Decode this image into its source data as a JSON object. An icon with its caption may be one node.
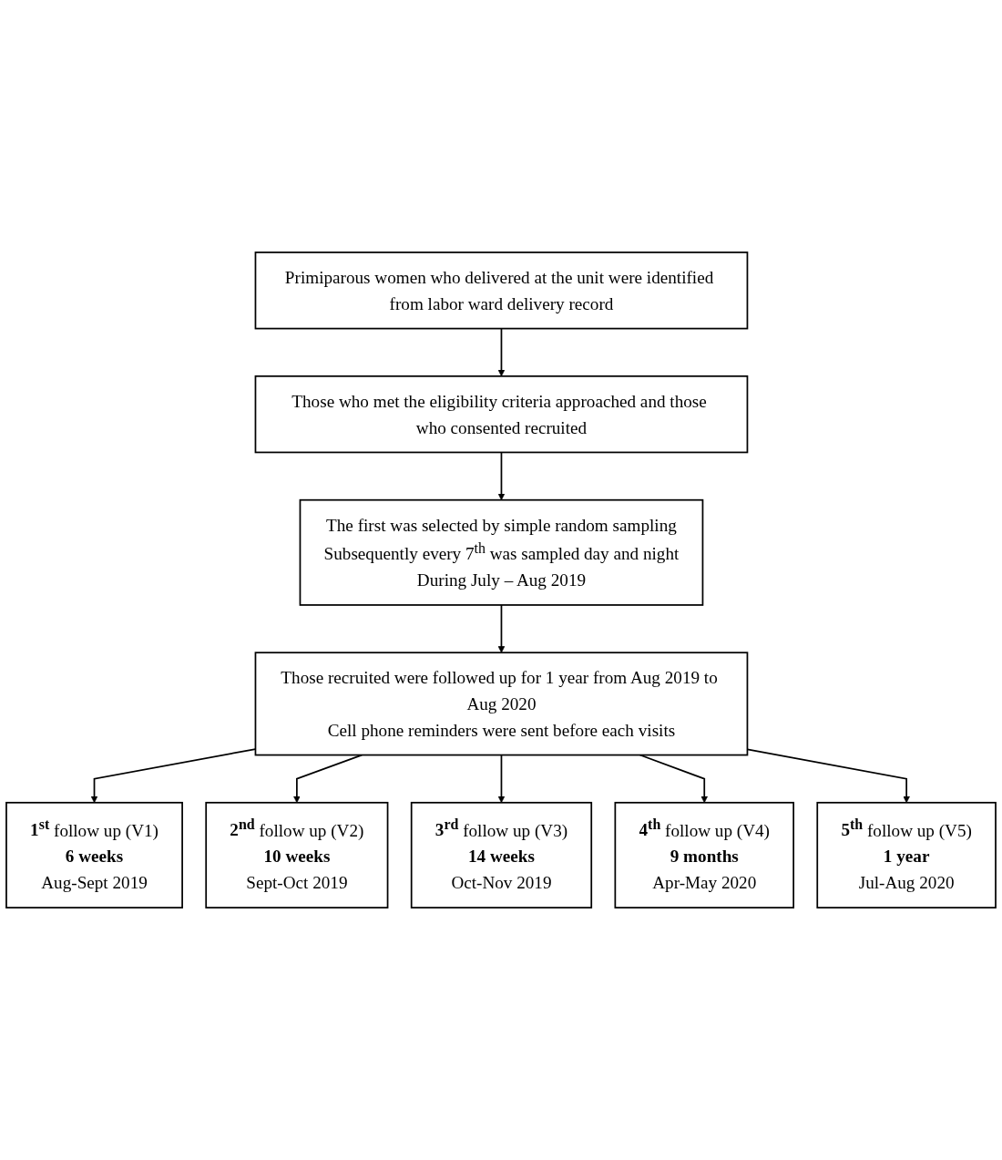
{
  "diagram": {
    "nodes": [
      {
        "text": [
          "Primiparous women who delivered at the unit were identified from labor ward delivery record"
        ]
      },
      {
        "text": [
          "Those who met the eligibility criteria approached and those who consented recruited"
        ]
      },
      {
        "text": [
          "The first was selected by simple random sampling",
          "Subsequently every 7$^{th}$ was sampled day and night",
          "During July – Aug 2019"
        ]
      },
      {
        "text": [
          "Those recruited were followed up for 1 year from Aug 2019 to Aug 2020",
          "Cell phone reminders were sent before each visits"
        ]
      },
      {
        "text": [
          "**1$^{st}$** follow up (V1)",
          "**6 weeks**",
          "Aug-Sept 2019"
        ]
      },
      {
        "text": [
          "**2$^{nd}$** follow up (V2)",
          "**10 weeks**",
          "Sept-Oct 2019"
        ]
      },
      {
        "text": [
          "**3$^{rd}$** follow up (V3)",
          "**14 weeks**",
          "Oct-Nov 2019"
        ]
      },
      {
        "text": [
          "**4$^{th}$** follow up (V4)",
          "**9 months**",
          "Apr-May 2020"
        ]
      },
      {
        "text": [
          "**5$^{th}$** follow up (V5)",
          "**1 year**",
          "Jul-Aug 2020"
        ]
      }
    ],
    "edges": [
      {
        "from": 0,
        "to": 1,
        "arrow": "to"
      },
      {
        "from": 1,
        "to": 2,
        "arrow": "to"
      },
      {
        "from": 2,
        "to": 3,
        "arrow": "to"
      },
      {
        "from": 3,
        "to": 4,
        "arrow": "to"
      },
      {
        "from": 3,
        "to": 5,
        "arrow": "to"
      },
      {
        "from": 3,
        "to": 6,
        "arrow": "to"
      },
      {
        "from": 3,
        "to": 7,
        "arrow": "to"
      },
      {
        "from": 3,
        "to": 8,
        "arrow": "to"
      }
    ]
  }
}
